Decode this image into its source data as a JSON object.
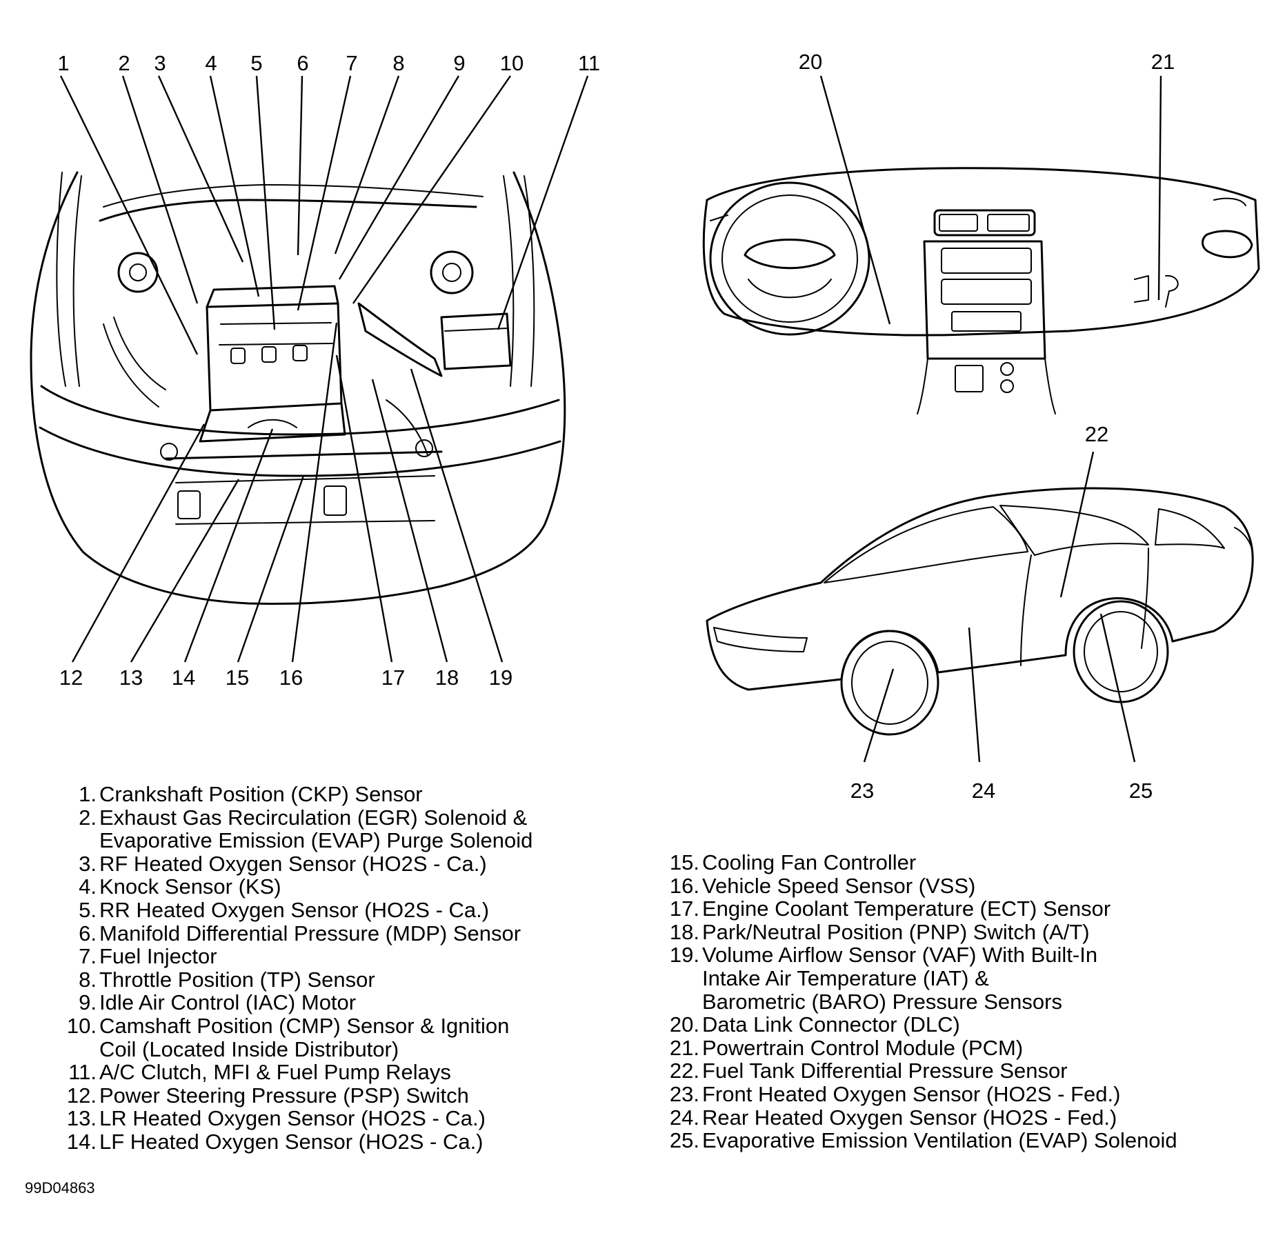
{
  "callouts": {
    "c1": "1",
    "c2": "2",
    "c3": "3",
    "c4": "4",
    "c5": "5",
    "c6": "6",
    "c7": "7",
    "c8": "8",
    "c9": "9",
    "c10": "10",
    "c11": "11",
    "c12": "12",
    "c13": "13",
    "c14": "14",
    "c15": "15",
    "c16": "16",
    "c17": "17",
    "c18": "18",
    "c19": "19",
    "c20": "20",
    "c21": "21",
    "c22": "22",
    "c23": "23",
    "c24": "24",
    "c25": "25"
  },
  "legend_left": [
    {
      "num": "1.",
      "text": "Crankshaft Position (CKP) Sensor"
    },
    {
      "num": "2.",
      "text": "Exhaust Gas Recirculation (EGR) Solenoid &"
    },
    {
      "num": "",
      "text": "Evaporative Emission (EVAP) Purge Solenoid"
    },
    {
      "num": "3.",
      "text": "RF Heated Oxygen Sensor (HO2S - Ca.)"
    },
    {
      "num": "4.",
      "text": "Knock Sensor (KS)"
    },
    {
      "num": "5.",
      "text": "RR Heated Oxygen Sensor (HO2S - Ca.)"
    },
    {
      "num": "6.",
      "text": "Manifold Differential Pressure (MDP) Sensor"
    },
    {
      "num": "7.",
      "text": "Fuel Injector"
    },
    {
      "num": "8.",
      "text": "Throttle Position (TP) Sensor"
    },
    {
      "num": "9.",
      "text": "Idle Air Control (IAC) Motor"
    },
    {
      "num": "10.",
      "text": "Camshaft Position (CMP) Sensor & Ignition"
    },
    {
      "num": "",
      "text": "Coil (Located Inside Distributor)"
    },
    {
      "num": "11.",
      "text": "A/C Clutch, MFI & Fuel Pump Relays"
    },
    {
      "num": "12.",
      "text": "Power Steering Pressure (PSP) Switch"
    },
    {
      "num": "13.",
      "text": "LR Heated Oxygen Sensor (HO2S - Ca.)"
    },
    {
      "num": "14.",
      "text": "LF Heated Oxygen Sensor (HO2S - Ca.)"
    }
  ],
  "legend_right": [
    {
      "num": "15.",
      "text": "Cooling Fan Controller"
    },
    {
      "num": "16.",
      "text": "Vehicle Speed Sensor (VSS)"
    },
    {
      "num": "17.",
      "text": "Engine Coolant Temperature (ECT) Sensor"
    },
    {
      "num": "18.",
      "text": "Park/Neutral Position (PNP) Switch (A/T)"
    },
    {
      "num": "19.",
      "text": "Volume Airflow Sensor (VAF) With Built-In"
    },
    {
      "num": "",
      "text": "Intake Air Temperature (IAT) &"
    },
    {
      "num": "",
      "text": "Barometric (BARO) Pressure Sensors"
    },
    {
      "num": "20.",
      "text": "Data Link Connector (DLC)"
    },
    {
      "num": "21.",
      "text": "Powertrain Control Module (PCM)"
    },
    {
      "num": "22.",
      "text": "Fuel Tank Differential Pressure Sensor"
    },
    {
      "num": "23.",
      "text": "Front Heated Oxygen Sensor (HO2S - Fed.)"
    },
    {
      "num": "24.",
      "text": "Rear Heated Oxygen Sensor (HO2S - Fed.)"
    },
    {
      "num": "25.",
      "text": "Evaporative Emission Ventilation (EVAP) Solenoid"
    }
  ],
  "figure_code": "99D04863"
}
